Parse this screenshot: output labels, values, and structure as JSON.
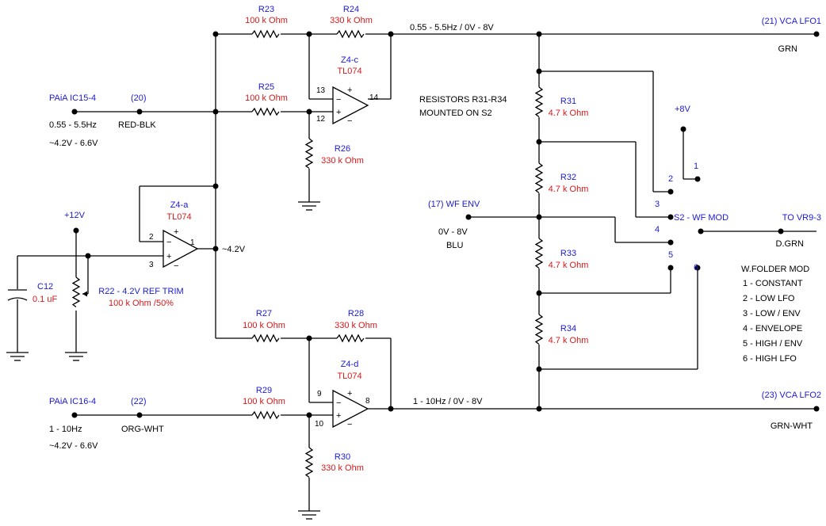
{
  "colors": {
    "wire": "#000000",
    "label": "#1a1ad6",
    "value": "#d81818",
    "text": "#000000"
  },
  "components": {
    "r23": {
      "name": "R23",
      "value": "100 k Ohm"
    },
    "r24": {
      "name": "R24",
      "value": "330 k Ohm"
    },
    "r25": {
      "name": "R25",
      "value": "100 k Ohm"
    },
    "r26": {
      "name": "R26",
      "value": "330 k Ohm"
    },
    "r27": {
      "name": "R27",
      "value": "100 k Ohm"
    },
    "r28": {
      "name": "R28",
      "value": "330 k Ohm"
    },
    "r29": {
      "name": "R29",
      "value": "100 k Ohm"
    },
    "r30": {
      "name": "R30",
      "value": "330 k Ohm"
    },
    "r31": {
      "name": "R31",
      "value": "4.7 k Ohm"
    },
    "r32": {
      "name": "R32",
      "value": "4.7 k Ohm"
    },
    "r33": {
      "name": "R33",
      "value": "4.7 k Ohm"
    },
    "r34": {
      "name": "R34",
      "value": "4.7 k Ohm"
    },
    "r22": {
      "name": "R22 - 4.2V REF TRIM",
      "value": "100 k Ohm /50%"
    },
    "c12": {
      "name": "C12",
      "value": "0.1 uF"
    },
    "z4a": {
      "name": "Z4-a",
      "value": "TL074"
    },
    "z4c": {
      "name": "Z4-c",
      "value": "TL074"
    },
    "z4d": {
      "name": "Z4-d",
      "value": "TL074"
    },
    "s2": {
      "name": "S2 - WF MOD"
    }
  },
  "pins": {
    "z4c": [
      "13",
      "12",
      "14"
    ],
    "z4a": [
      "2",
      "3",
      "1"
    ],
    "z4d": [
      "9",
      "10",
      "8"
    ]
  },
  "switch_positions": [
    "1",
    "2",
    "3",
    "4",
    "5",
    "6"
  ],
  "nets": {
    "in1": {
      "label": "PAiA IC15-4",
      "node": "(20)",
      "color": "RED-BLK",
      "line1": "0.55 - 5.5Hz",
      "line2": "~4.2V - 6.6V"
    },
    "in2": {
      "label": "PAiA IC16-4",
      "node": "(22)",
      "color": "ORG-WHT",
      "line1": "1 - 10Hz",
      "line2": "~4.2V - 6.6V"
    },
    "out1": {
      "label": "(21) VCA LFO1",
      "color": "GRN",
      "signal": "0.55 - 5.5Hz / 0V - 8V"
    },
    "out2": {
      "label": "(23) VCA LFO2",
      "color": "GRN-WHT",
      "signal": "1 - 10Hz / 0V - 8V"
    },
    "wfenv": {
      "label": "(17) WF ENV",
      "range": "0V - 8V",
      "color": "BLU"
    },
    "vr93": {
      "label": "TO VR9-3",
      "color": "D.GRN"
    },
    "p12v": "+12V",
    "p8v": "+8V",
    "ref": "~4.2V"
  },
  "note": {
    "line1": "RESISTORS R31-R34",
    "line2": "MOUNTED ON S2"
  },
  "legend": {
    "title": "W.FOLDER MOD",
    "items": [
      "1 - CONSTANT",
      "2 - LOW LFO",
      "3 - LOW / ENV",
      "4 - ENVELOPE",
      "5 - HIGH / ENV",
      "6 - HIGH LFO"
    ]
  }
}
